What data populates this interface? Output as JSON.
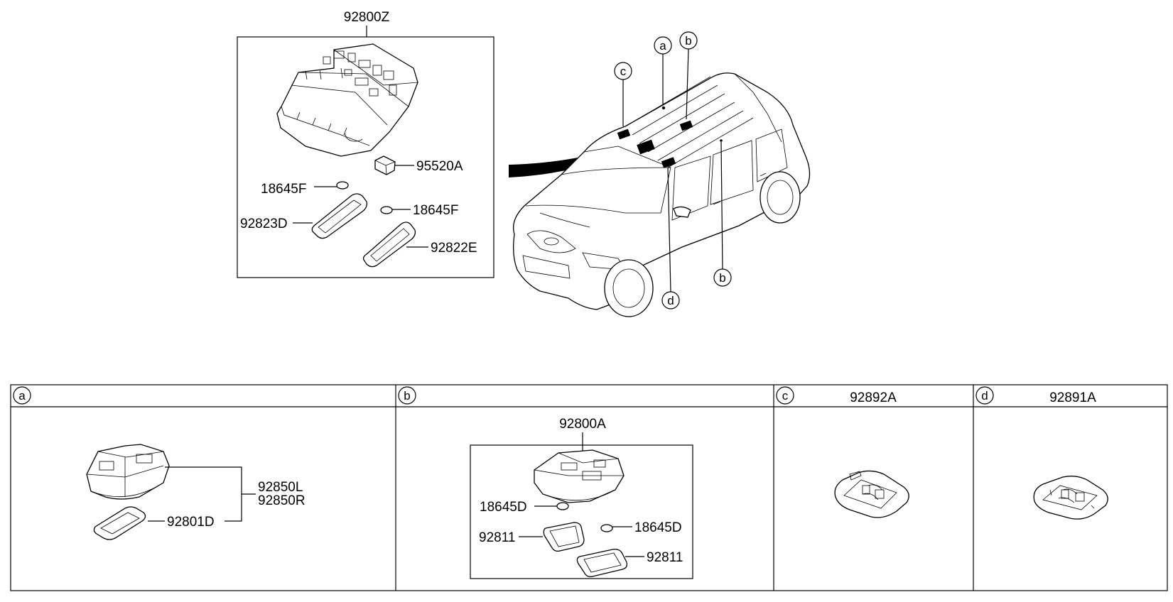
{
  "top_assembly": {
    "main_part": "92800Z",
    "parts": [
      "95520A",
      "18645F",
      "18645F",
      "92823D",
      "92822E"
    ]
  },
  "vehicle_callouts": [
    "a",
    "b",
    "c",
    "b",
    "d"
  ],
  "sections": [
    {
      "letter": "a",
      "header_part": "",
      "parts": [
        "92850L",
        "92850R",
        "92801D"
      ]
    },
    {
      "letter": "b",
      "header_part": "",
      "assembly": "92800A",
      "parts": [
        "18645D",
        "18645D",
        "92811",
        "92811"
      ]
    },
    {
      "letter": "c",
      "header_part": "92892A",
      "parts": []
    },
    {
      "letter": "d",
      "header_part": "92891A",
      "parts": []
    }
  ]
}
